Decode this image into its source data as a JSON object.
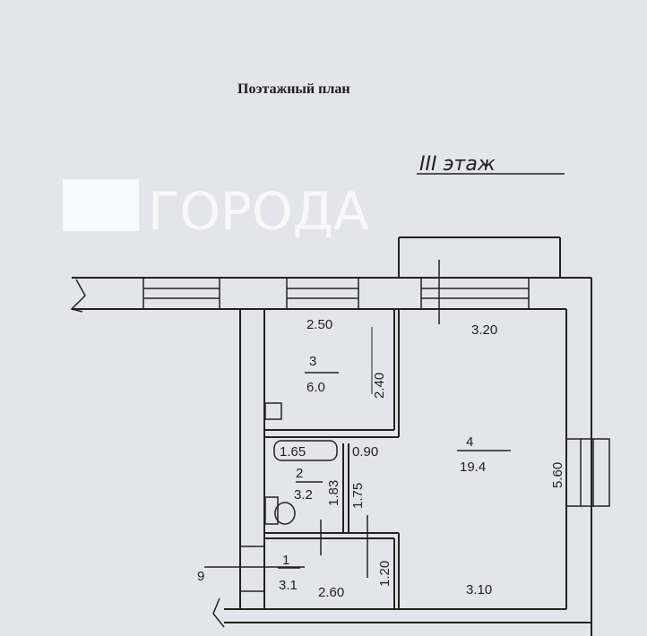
{
  "header": {
    "title": "Поэтажный план",
    "floor": "III этаж"
  },
  "watermark": "ГОРОДА",
  "rooms": [
    {
      "number": "1",
      "area": "3.1"
    },
    {
      "number": "2",
      "area": "3.2"
    },
    {
      "number": "3",
      "area": "6.0"
    },
    {
      "number": "4",
      "area": "19.4"
    }
  ],
  "dimensions": {
    "room3_width": "2.50",
    "room3_length": "2.40",
    "room4_top": "3.20",
    "room4_height": "5.60",
    "room4_bottom": "3.10",
    "room1_width": "2.60",
    "room1_length": "1.20",
    "bath": "1.65",
    "door": "0.90",
    "room2_length": "1.83",
    "corridor_length": "1.75"
  },
  "stair_label": "9"
}
